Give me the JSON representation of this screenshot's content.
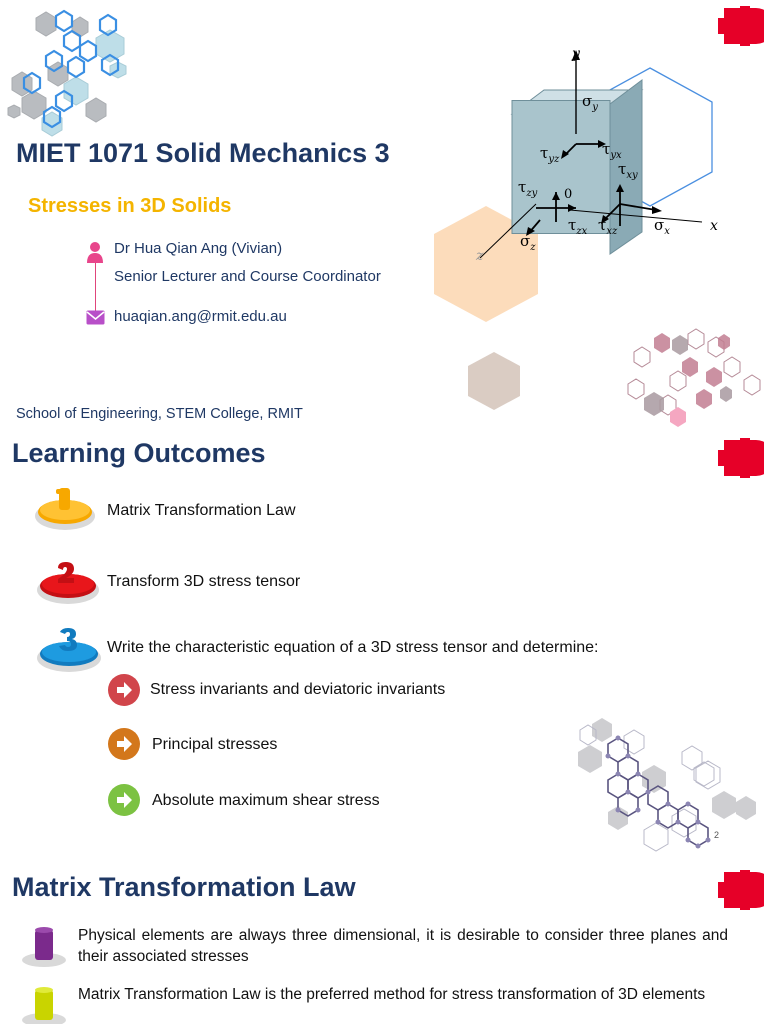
{
  "slide1": {
    "course_title": "MIET 1071 Solid Mechanics 3",
    "subtitle": "Stresses in 3D Solids",
    "author": "Dr Hua Qian Ang (Vivian)",
    "role": "Senior Lecturer and Course Coordinator",
    "email": "huaqian.ang@rmit.edu.au",
    "school": "School of Engineering, STEM College, RMIT",
    "figure": {
      "axis_x": "x",
      "axis_y": "y",
      "axis_z": "z",
      "origin": "0",
      "sigma_x": "σ",
      "sigma_x_sub": "x",
      "sigma_y": "σ",
      "sigma_y_sub": "y",
      "sigma_z": "σ",
      "sigma_z_sub": "z",
      "tau_yz": "τ",
      "tau_yz_sub": "yz",
      "tau_yx": "τ",
      "tau_yx_sub": "yx",
      "tau_zy": "τ",
      "tau_zy_sub": "zy",
      "tau_xy": "τ",
      "tau_xy_sub": "xy",
      "tau_zx": "τ",
      "tau_zx_sub": "zx",
      "tau_xz": "τ",
      "tau_xz_sub": "xz"
    }
  },
  "slide2": {
    "title": "Learning Outcomes",
    "outcomes": [
      {
        "number": "1",
        "text": "Matrix Transformation Law",
        "color": "#f7a800"
      },
      {
        "number": "2",
        "text": "Transform 3D stress tensor",
        "color": "#e8161b"
      },
      {
        "number": "3",
        "text": "Write the characteristic equation of a 3D stress tensor and determine:",
        "color": "#1e9be0"
      }
    ],
    "sub_items": [
      {
        "text": "Stress invariants and deviatoric invariants",
        "color": "#d1454b"
      },
      {
        "text": "Principal stresses",
        "color": "#d3771b"
      },
      {
        "text": "Absolute maximum shear stress",
        "color": "#7cc242"
      }
    ],
    "page_number": "2"
  },
  "slide3": {
    "title": "Matrix Transformation Law",
    "bullets": [
      {
        "text": "Physical elements are always three dimensional, it is desirable to consider three planes and their associated stresses",
        "color": "#7b2a8c"
      },
      {
        "text": "Matrix Transformation Law is the preferred method for stress transformation of 3D elements",
        "color": "#c9d400"
      }
    ]
  },
  "brand_color": "#e60028",
  "heading_color": "#1f3864",
  "subtitle_color": "#f4b400"
}
